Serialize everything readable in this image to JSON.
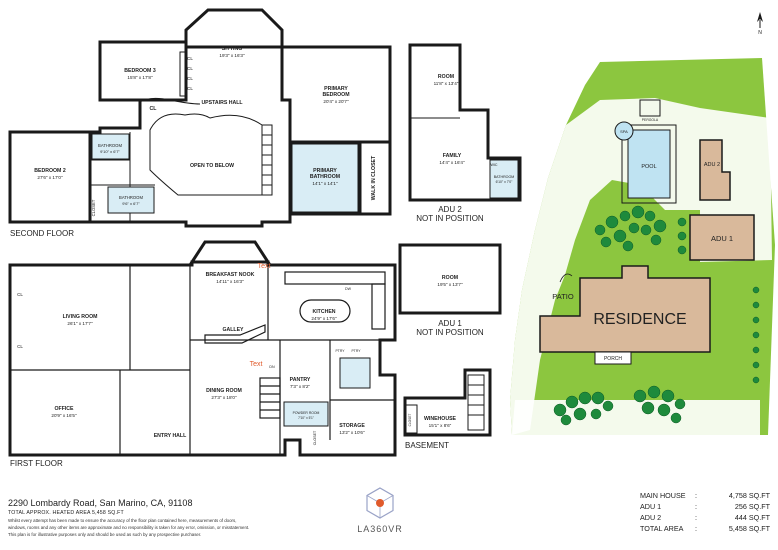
{
  "colors": {
    "wall": "#1a1a1a",
    "bath_fill": "#d9edf5",
    "residence_fill": "#d9b99b",
    "adu_fill": "#d9b99b",
    "grass": "#8cc63f",
    "tree": "#1e8a3c",
    "pool": "#bfe3f2",
    "text": "#222222",
    "annotation_red": "#e05a2b"
  },
  "sections": {
    "second_floor": "SECOND FLOOR",
    "first_floor": "FIRST FLOOR",
    "basement": "BASEMENT",
    "adu2": [
      "ADU 2",
      "NOT IN POSITION"
    ],
    "adu1": [
      "ADU 1",
      "NOT IN POSITION"
    ]
  },
  "second_floor_rooms": {
    "sitting": [
      "SITTING",
      "19'3\" x 16'3\""
    ],
    "bedroom3": [
      "BEDROOM 3",
      "15'8\" x 17'8\""
    ],
    "primary_bedroom": [
      "PRIMARY",
      "BEDROOM",
      "20'4\" x 20'7\""
    ],
    "upstairs_hall": "UPSTAIRS HALL",
    "cl1": "CL",
    "cl_stack": [
      "CL",
      "CL",
      "CL",
      "CL"
    ],
    "bedroom2": [
      "BEDROOM 2",
      "27'6\" x 17'0\""
    ],
    "bath1": [
      "BATHROOM",
      "9'10\" x 6'7\""
    ],
    "bath2": [
      "BATHROOM",
      "9'6\" x 6'7\""
    ],
    "closet": "CLOSET",
    "open_below": "OPEN TO BELOW",
    "primary_bath": [
      "PRIMARY",
      "BATHROOM",
      "14'1\" x 14'1\""
    ],
    "walk_in": "WALK IN CLOSET"
  },
  "adu2_rooms": {
    "room": [
      "ROOM",
      "11'8\" x 13'4\""
    ],
    "family": [
      "FAMILY",
      "14'4\" x 16'4\""
    ],
    "bath": [
      "BATHROOM",
      "6'10\" x 7'0\""
    ],
    "wic": "WIC"
  },
  "first_floor_rooms": {
    "breakfast": [
      "BREAKFAST NOOK",
      "14'11\" x 16'3\""
    ],
    "living": [
      "LIVING ROOM",
      "26'1\" x 17'7\""
    ],
    "kitchen": [
      "KITCHEN",
      "24'9\" x 17'6\""
    ],
    "galley": "GALLEY",
    "dining": [
      "DINING ROOM",
      "27'3\" x 18'0\""
    ],
    "pantry": [
      "PANTRY",
      "7'3\" x 8'2\""
    ],
    "office": [
      "OFFICE",
      "20'9\" x 16'5\""
    ],
    "entry": "ENTRY HALL",
    "storage": [
      "STORAGE",
      "13'2\" x 10'6\""
    ],
    "powder": [
      "POWDER ROOM",
      "7'10\" x 5'1\""
    ],
    "closet": "CLOSET",
    "cl": [
      "CL",
      "CL"
    ],
    "dw": "DW",
    "ptry": [
      "PTRY",
      "PTRY"
    ],
    "dn": "DN",
    "text_marks": [
      "Text",
      "Text"
    ]
  },
  "adu1_rooms": {
    "room": [
      "ROOM",
      "19'5\" x 13'7\""
    ]
  },
  "basement_rooms": {
    "winehouse": [
      "WINEHOUSE",
      "15'1\" x 8'6\""
    ],
    "closet": "CLOSET"
  },
  "site_plan": {
    "north": "N",
    "pergola": "PERGOLA",
    "spa": "SPA",
    "pool": "POOL",
    "adu2": "ADU 2",
    "adu1": "ADU 1",
    "patio": "PATIO",
    "residence": "RESIDENCE",
    "porch": "PORCH"
  },
  "footer": {
    "address": "2290 Lombardy Road, San Marino, CA, 91108",
    "heated": "TOTAL APPROX. HEATED AREA 5,458 SQ.FT",
    "disclaimer": [
      "Whilst every attempt has been made to ensure the accuracy of the floor plan contained here, measurements of doors,",
      "windows, rooms and any other items are approximate and no responsibility is taken for any error, omission, or misstatement.",
      "This plan is for illustrative purposes only and should be used as such by any prospective purchaser."
    ],
    "logo": "LA360VR",
    "areas": [
      {
        "name": "MAIN HOUSE",
        "sep": ":",
        "value": "4,758 SQ.FT"
      },
      {
        "name": "ADU  1",
        "sep": ":",
        "value": "256 SQ.FT"
      },
      {
        "name": "ADU  2",
        "sep": ":",
        "value": "444 SQ.FT"
      },
      {
        "name": "TOTAL AREA",
        "sep": ":",
        "value": "5,458 SQ.FT"
      }
    ]
  }
}
